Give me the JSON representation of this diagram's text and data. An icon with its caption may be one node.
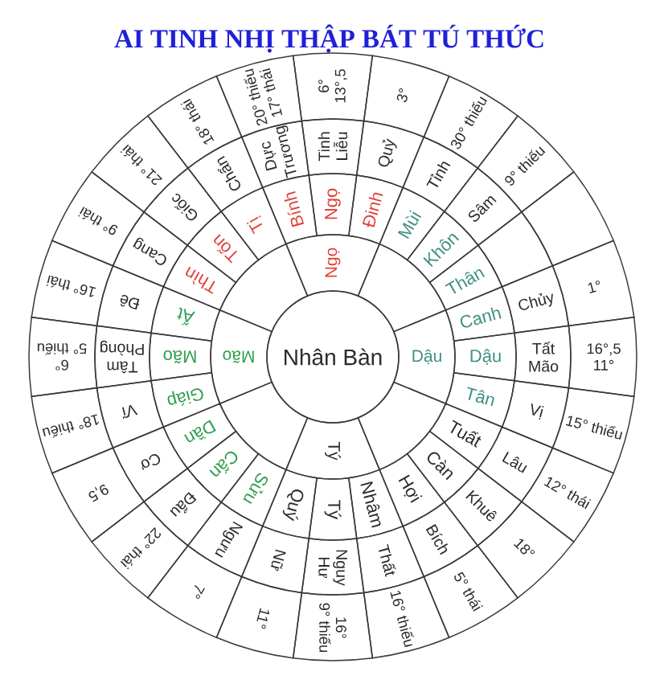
{
  "diagram": {
    "title": "AI TINH NHỊ THẬP BÁT TÚ THỨC",
    "nodes": [
      {
        "text": [
          "Nhân Bàn"
        ]
      },
      {
        "text": [
          "Ngọ"
        ]
      },
      {
        "text": [],
        "shape": "sector"
      },
      {
        "text": [
          "Dậu"
        ]
      },
      {
        "text": [],
        "shape": "sector"
      },
      {
        "text": [
          "Tý"
        ]
      },
      {
        "text": [],
        "shape": "sector"
      },
      {
        "text": [
          "Mão"
        ]
      },
      {
        "text": [],
        "shape": "sector"
      },
      {
        "text": [
          "Ngọ"
        ]
      },
      {
        "text": [
          "Đinh"
        ]
      },
      {
        "text": [
          "Mùi"
        ]
      },
      {
        "text": [
          "Khôn"
        ]
      },
      {
        "text": [
          "Thân"
        ]
      },
      {
        "text": [
          "Canh"
        ]
      },
      {
        "text": [
          "Dậu"
        ]
      },
      {
        "text": [
          "Tân"
        ]
      },
      {
        "text": [
          "Tuất"
        ]
      },
      {
        "text": [
          "Càn"
        ]
      },
      {
        "text": [
          "Hợi"
        ]
      },
      {
        "text": [
          "Nhâm"
        ]
      },
      {
        "text": [
          "Tý"
        ]
      },
      {
        "text": [
          "Quý"
        ]
      },
      {
        "text": [
          "Sửu"
        ]
      },
      {
        "text": [
          "Cấn"
        ]
      },
      {
        "text": [
          "Dần"
        ]
      },
      {
        "text": [
          "Giáp"
        ]
      },
      {
        "text": [
          "Mão"
        ]
      },
      {
        "text": [
          "Ất"
        ]
      },
      {
        "text": [
          "Thìn"
        ]
      },
      {
        "text": [
          "Tốn"
        ]
      },
      {
        "text": [
          "Tị"
        ]
      },
      {
        "text": [
          "Bính"
        ]
      },
      {
        "text": [
          "Tinh",
          "Liễu"
        ]
      },
      {
        "text": [
          "Quỷ"
        ]
      },
      {
        "text": [
          "Tỉnh"
        ]
      },
      {
        "text": [
          "Sâm"
        ]
      },
      {
        "text": [],
        "shape": "sector"
      },
      {
        "text": [
          "Chủy"
        ]
      },
      {
        "text": [
          "Tất",
          "Mão"
        ]
      },
      {
        "text": [
          "Vị"
        ]
      },
      {
        "text": [
          "Lâu"
        ]
      },
      {
        "text": [
          "Khuê"
        ]
      },
      {
        "text": [
          "Bích"
        ]
      },
      {
        "text": [
          "Thất"
        ]
      },
      {
        "text": [
          "Nguy",
          "Hư"
        ]
      },
      {
        "text": [
          "Nữ"
        ]
      },
      {
        "text": [
          "Ngưu"
        ]
      },
      {
        "text": [
          "Đẩu"
        ]
      },
      {
        "text": [
          "Cơ"
        ]
      },
      {
        "text": [
          "Vĩ"
        ]
      },
      {
        "text": [
          "Tâm",
          "Phòng"
        ]
      },
      {
        "text": [
          "Đê"
        ]
      },
      {
        "text": [
          "Cang"
        ]
      },
      {
        "text": [
          "Giốc"
        ]
      },
      {
        "text": [
          "Chẩn"
        ]
      },
      {
        "text": [
          "Dực",
          "Trương"
        ]
      },
      {
        "text": [
          "6°",
          "13°,5"
        ]
      },
      {
        "text": [
          "3°"
        ]
      },
      {
        "text": [
          "30° thiếu"
        ]
      },
      {
        "text": [
          "9° thiếu"
        ]
      },
      {
        "text": [],
        "shape": "sector"
      },
      {
        "text": [
          "1°"
        ]
      },
      {
        "text": [
          "16°,5",
          "11°"
        ]
      },
      {
        "text": [
          "15° thiếu"
        ]
      },
      {
        "text": [
          "12° thái"
        ]
      },
      {
        "text": [
          "18°"
        ]
      },
      {
        "text": [
          "5° thái"
        ]
      },
      {
        "text": [
          "16° thiếu"
        ]
      },
      {
        "text": [
          "16°",
          "9° thiếu"
        ]
      },
      {
        "text": [
          "11°"
        ]
      },
      {
        "text": [
          "7°"
        ]
      },
      {
        "text": [
          "22° thái"
        ]
      },
      {
        "text": [
          "9,5"
        ]
      },
      {
        "text": [
          "18° thiếu"
        ]
      },
      {
        "text": [
          "6°",
          "5° thiếu"
        ]
      },
      {
        "text": [
          "16° thái"
        ]
      },
      {
        "text": [
          "9° thái"
        ]
      },
      {
        "text": [
          "21° thái"
        ]
      },
      {
        "text": [
          "18° thái"
        ]
      },
      {
        "text": [
          "20° thiếu",
          "17° thái"
        ]
      }
    ]
  }
}
